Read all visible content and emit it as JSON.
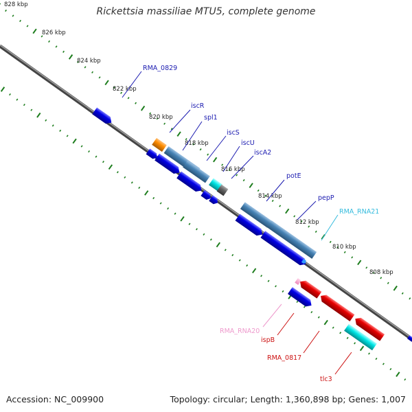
{
  "title": "Rickettsia massiliae MTU5, complete genome",
  "footer": {
    "accession": "Accession: NC_009900",
    "summary": "Topology: circular; Length: 1,360,898 bp; Genes: 1,007"
  },
  "ruler_labels": [
    "828 kbp",
    "826 kbp",
    "824 kbp",
    "822 kbp",
    "820 kbp",
    "818 kbp",
    "816 kbp",
    "814 kbp",
    "812 kbp",
    "810 kbp",
    "808 kbp"
  ],
  "gene_labels": [
    {
      "text": "RMA_0829",
      "color": "#1a1ab0"
    },
    {
      "text": "iscR",
      "color": "#1a1ab0"
    },
    {
      "text": "spl1",
      "color": "#1a1ab0"
    },
    {
      "text": "iscS",
      "color": "#1a1ab0"
    },
    {
      "text": "iscU",
      "color": "#1a1ab0"
    },
    {
      "text": "iscA2",
      "color": "#1a1ab0"
    },
    {
      "text": "potE",
      "color": "#1a1ab0"
    },
    {
      "text": "pepP",
      "color": "#1a1ab0"
    },
    {
      "text": "RMA_RNA21",
      "color": "#33bbdd"
    },
    {
      "text": "RMA_RNA20",
      "color": "#ee99cc"
    },
    {
      "text": "ispB",
      "color": "#cc1111"
    },
    {
      "text": "RMA_0817",
      "color": "#cc1111"
    },
    {
      "text": "tlc3",
      "color": "#cc1111"
    }
  ],
  "colors": {
    "backbone": "#777777",
    "tick": "#1d7d1d",
    "forward_gene": "#0000e6",
    "forward_cds": "#4682b4",
    "reverse_gene": "#e60000",
    "rna_cyan": "#00e6e6",
    "highlight_orange": "#ff8c00",
    "gray_feature": "#666666"
  }
}
